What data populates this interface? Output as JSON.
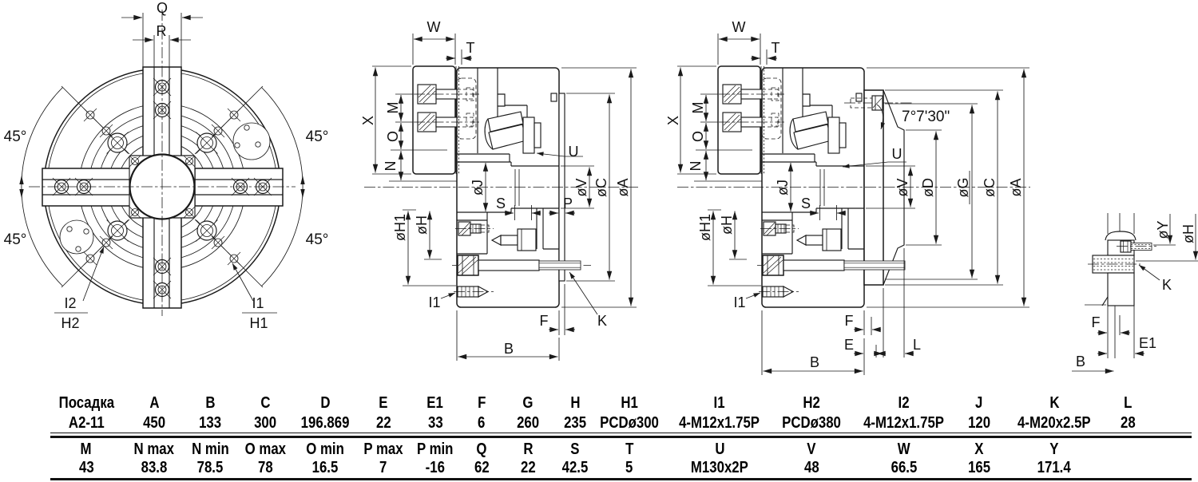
{
  "drawing": {
    "front_view": {
      "q": "Q",
      "r": "R",
      "angle_45": "45°",
      "i2": "I2",
      "h2": "H2",
      "i1": "I1",
      "h1": "H1"
    },
    "side_section": {
      "w": "W",
      "t": "T",
      "x": "X",
      "m": "M",
      "o": "O",
      "n": "N",
      "dia_j": "øJ",
      "s": "S",
      "u": "U",
      "p": "P",
      "dia_v": "øV",
      "dia_c": "øC",
      "dia_a": "øA",
      "dia_h1": "øH1",
      "dia_h": "øH",
      "i1": "I1",
      "f": "F",
      "k": "K",
      "b": "B"
    },
    "mount_section": {
      "w": "W",
      "t": "T",
      "x": "X",
      "m": "M",
      "o": "O",
      "n": "N",
      "taper_angle": "7°7'30\"",
      "dia_j": "øJ",
      "s": "S",
      "u": "U",
      "dia_v": "øV",
      "dia_d": "øD",
      "dia_g": "øG",
      "dia_c": "øC",
      "dia_a": "øA",
      "dia_h1": "øH1",
      "dia_h": "øH",
      "i1": "I1",
      "f": "F",
      "e": "E",
      "l": "L",
      "b": "B"
    },
    "bolt_detail": {
      "dia_y": "øY",
      "dia_h": "øH",
      "k": "K",
      "f": "F",
      "e1": "E1",
      "b": "B"
    }
  },
  "table": {
    "row1_headers": [
      "Посадка",
      "A",
      "B",
      "C",
      "D",
      "E",
      "E1",
      "F",
      "G",
      "H",
      "H1",
      "I1",
      "H2",
      "I2",
      "J",
      "K",
      "L"
    ],
    "row1_values": [
      "A2-11",
      "450",
      "133",
      "300",
      "196.869",
      "22",
      "33",
      "6",
      "260",
      "235",
      "PCDø300",
      "4-M12x1.75P",
      "PCDø380",
      "4-M12x1.75P",
      "120",
      "4-M20x2.5P",
      "28"
    ],
    "row2_headers": [
      "M",
      "N max",
      "N min",
      "O max",
      "O min",
      "P max",
      "P min",
      "Q",
      "R",
      "S",
      "T",
      "U",
      "V",
      "W",
      "X",
      "Y",
      ""
    ],
    "row2_values": [
      "43",
      "83.8",
      "78.5",
      "78",
      "16.5",
      "7",
      "-16",
      "62",
      "22",
      "42.5",
      "5",
      "M130x2P",
      "48",
      "66.5",
      "165",
      "171.4",
      ""
    ]
  }
}
